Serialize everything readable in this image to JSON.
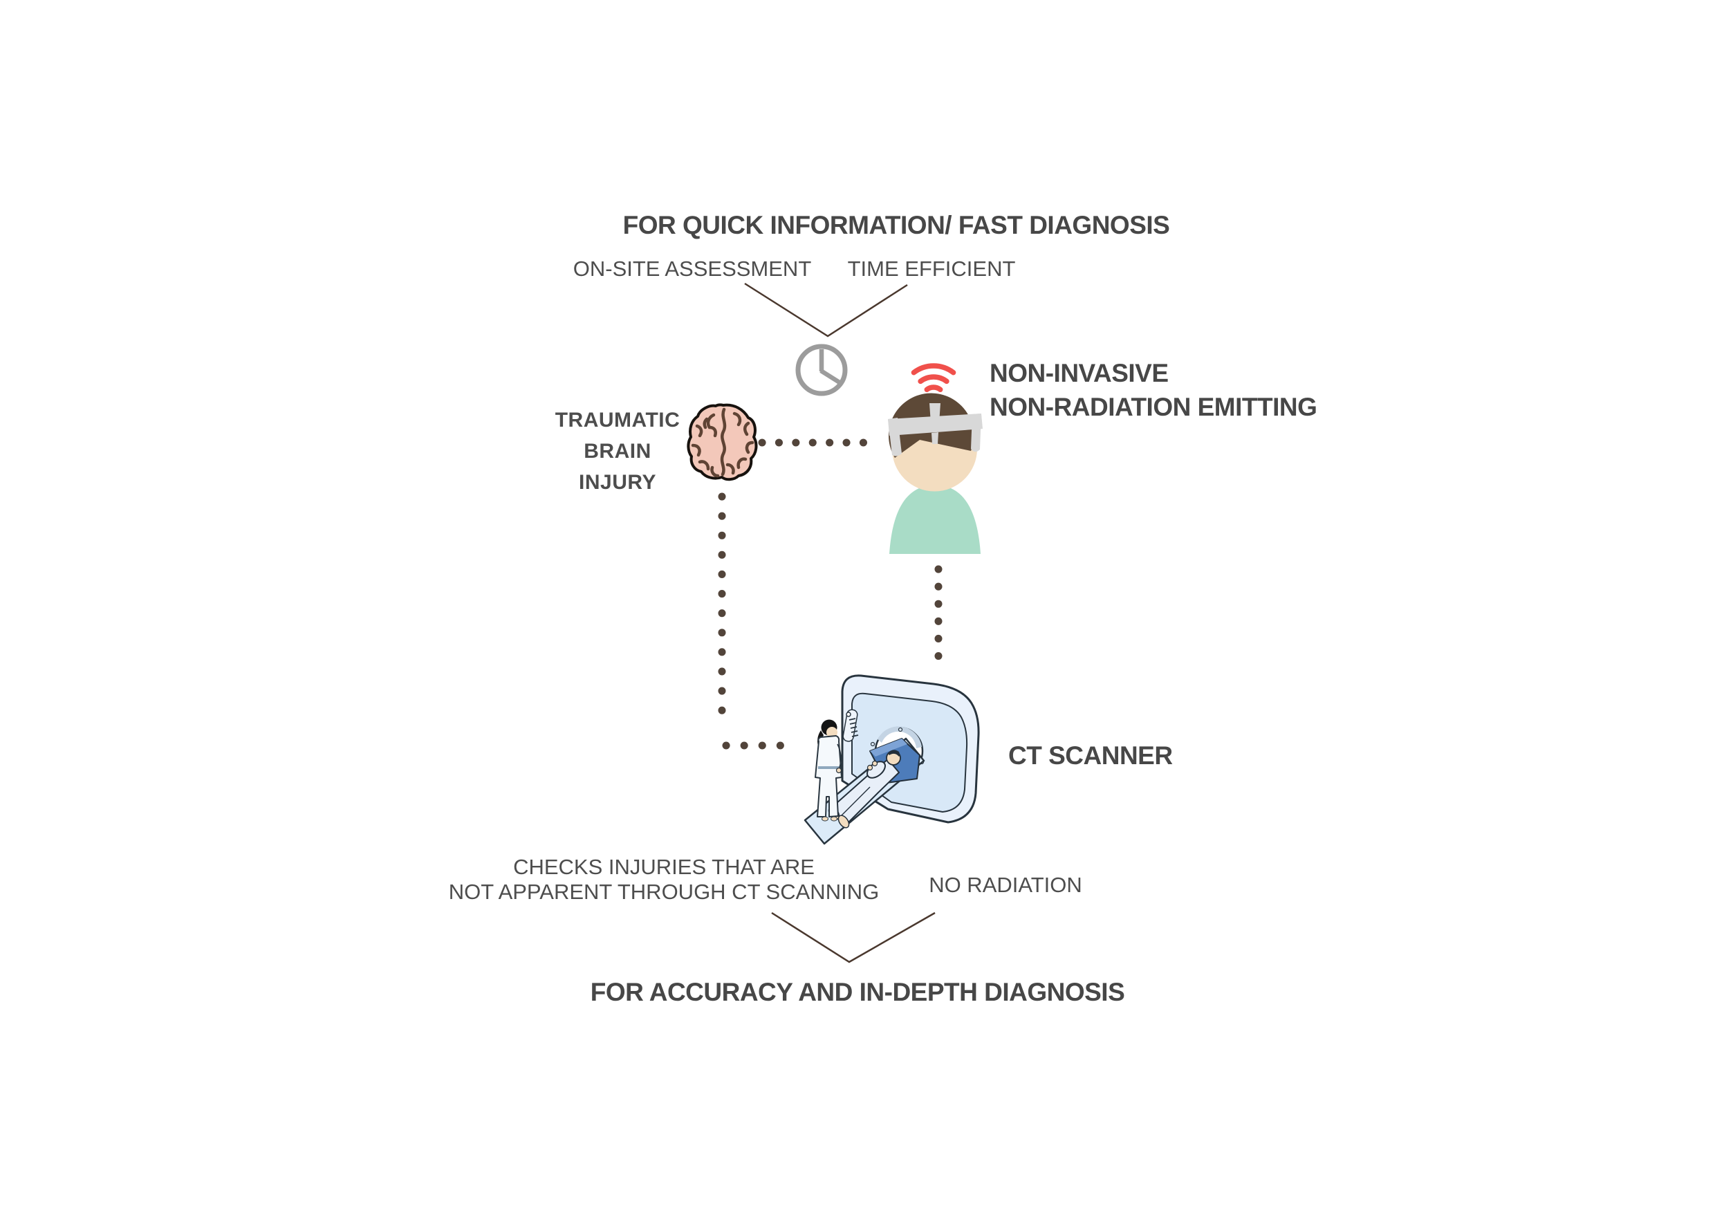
{
  "top_section": {
    "title": "FOR QUICK INFORMATION/ FAST DIAGNOSIS",
    "left_label": "ON-SITE ASSESSMENT",
    "right_label": "TIME EFFICIENT"
  },
  "tbi_label": {
    "lines": [
      "TRAUMATIC",
      "BRAIN",
      "INJURY"
    ]
  },
  "device_label": {
    "lines": [
      "NON-INVASIVE",
      "NON-RADIATION EMITTING"
    ]
  },
  "ct_label": "CT SCANNER",
  "bottom_section": {
    "left_label_lines": [
      "CHECKS INJURIES THAT ARE",
      "NOT APPARENT THROUGH CT SCANNING"
    ],
    "right_label": "NO RADIATION",
    "title": "FOR ACCURACY AND IN-DEPTH DIAGNOSIS"
  },
  "icons": {
    "clock": "clock-icon",
    "brain": "brain-icon",
    "wifi": "wifi-signal-icon",
    "headband": "headband-device",
    "patient": "patient-figure",
    "ct_scanner": "ct-scanner-illustration",
    "nurse": "nurse-figure"
  },
  "colors": {
    "heading_text": "#474747",
    "label_text": "#4d4d4d",
    "connector_line": "#4a382e",
    "dotted_line": "#52443a",
    "clock_gray": "#9c9c9c",
    "brain_pink": "#f3c8ba",
    "brain_fold": "#5f4334",
    "skin": "#f3ddc0",
    "hair_brown": "#5d4937",
    "headband_gray": "#d8d8d8",
    "shirt_mint": "#a9dcc7",
    "wifi_red": "#f0504b",
    "scanner_body": "#e9f1fb",
    "scanner_front": "#d8e8f7",
    "scanner_outline": "#28343e",
    "pillow_blue": "#4d7cba",
    "patient_clothes": "#e8eff8",
    "background": "#ffffff"
  }
}
